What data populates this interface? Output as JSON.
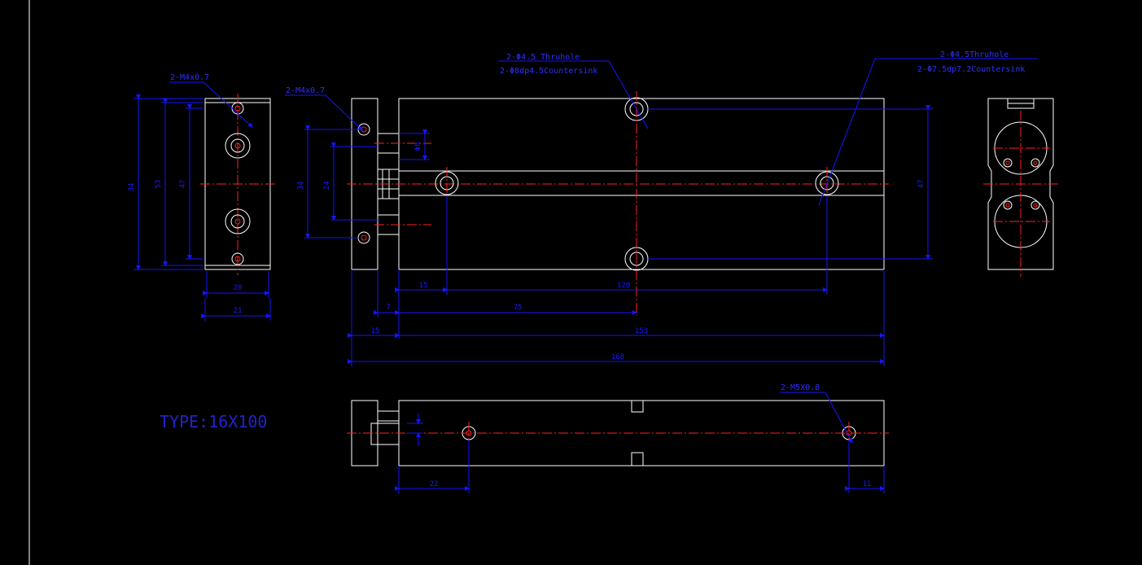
{
  "drawing": {
    "type_label": "TYPE:16X100",
    "notes": {
      "left_thread": "2-M4x0.7",
      "side_thread": "2-M4x0.7",
      "top_hole_line1": "2-Φ4.5 Thruhole",
      "top_hole_line2": "2-Φ8dp4.5Countersink",
      "right_hole_line1": "2-Φ4.5Thruhole",
      "right_hole_line2": "2-Φ7.5dp7.2Countersink",
      "bottom_thread": "2-M5X0.8"
    },
    "dims": {
      "left_34": "34",
      "left_53": "53",
      "left_47": "47",
      "left_20": "20",
      "left_21": "21",
      "side_34": "34",
      "side_24": "24",
      "rod_8": "Φ8",
      "right_47": "47",
      "d15a": "15",
      "d120": "120",
      "d7": "7",
      "d75": "75",
      "d15b": "15",
      "d153": "153",
      "d168": "168",
      "d22": "22",
      "d11": "11"
    },
    "colors": {
      "outline": "#ffffff",
      "dimension": "#1515ff",
      "center": "#ff1f1f",
      "background": "#000000"
    }
  }
}
